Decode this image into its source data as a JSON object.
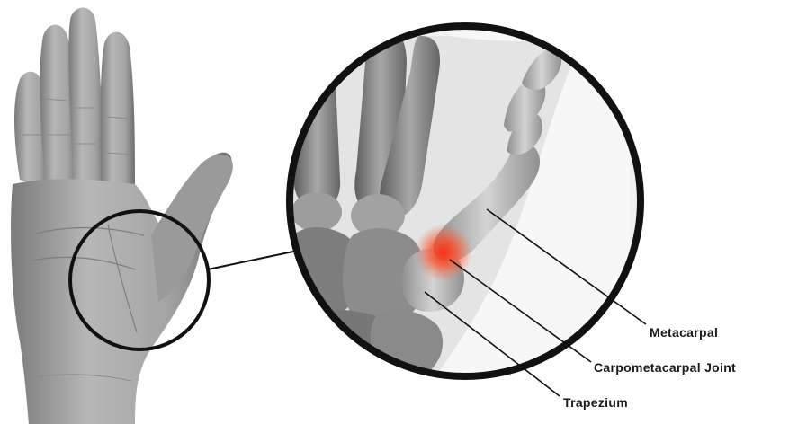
{
  "labels": {
    "metacarpal": "Metacarpal",
    "carpometacarpal_joint": "Carpometacarpal Joint",
    "trapezium": "Trapezium"
  },
  "colors": {
    "skin": "#a9a9a9",
    "skin_dark": "#6f6f6f",
    "bone": "#8a8a8a",
    "bone_light": "#c4c4c4",
    "outline": "#111111",
    "joint_highlight": "#ff3b1f",
    "leader_line": "#111111"
  },
  "icons": {
    "hand": "open-palm-hand-photo",
    "magnifier": "zoom-circle"
  }
}
